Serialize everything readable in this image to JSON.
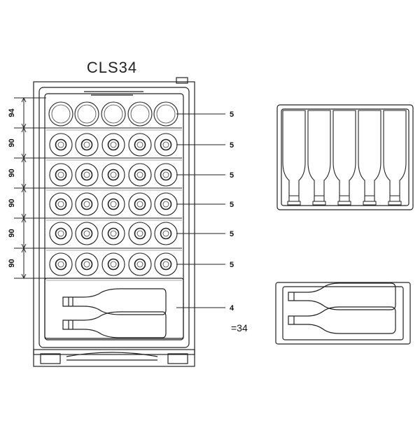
{
  "title": "CLS34",
  "dimensions": [
    "94",
    "90",
    "90",
    "90",
    "90",
    "90"
  ],
  "shelf_counts": [
    "5",
    "5",
    "5",
    "5",
    "5",
    "5",
    "4"
  ],
  "total": "=34"
}
